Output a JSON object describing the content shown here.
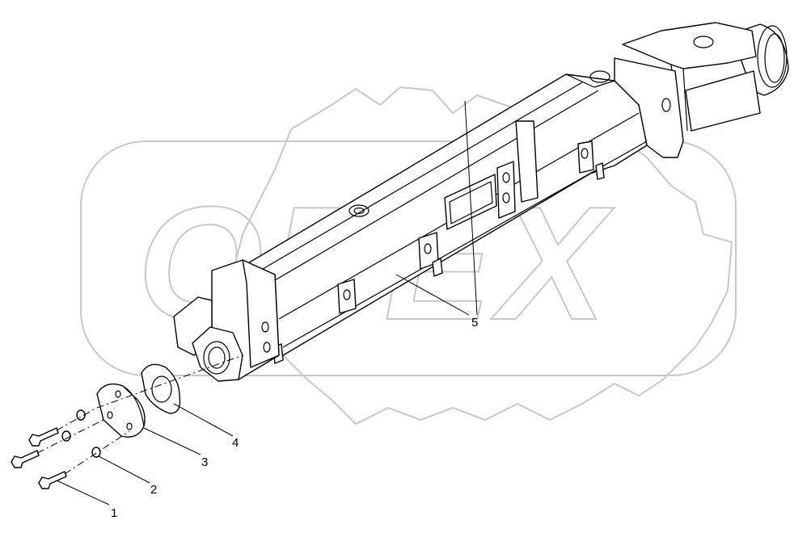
{
  "callouts": [
    "1",
    "2",
    "3",
    "4",
    "5"
  ],
  "watermark": {
    "text": "OPEX",
    "color": "#c8c8c8"
  },
  "colors": {
    "line": "#000000",
    "background": "#ffffff"
  }
}
